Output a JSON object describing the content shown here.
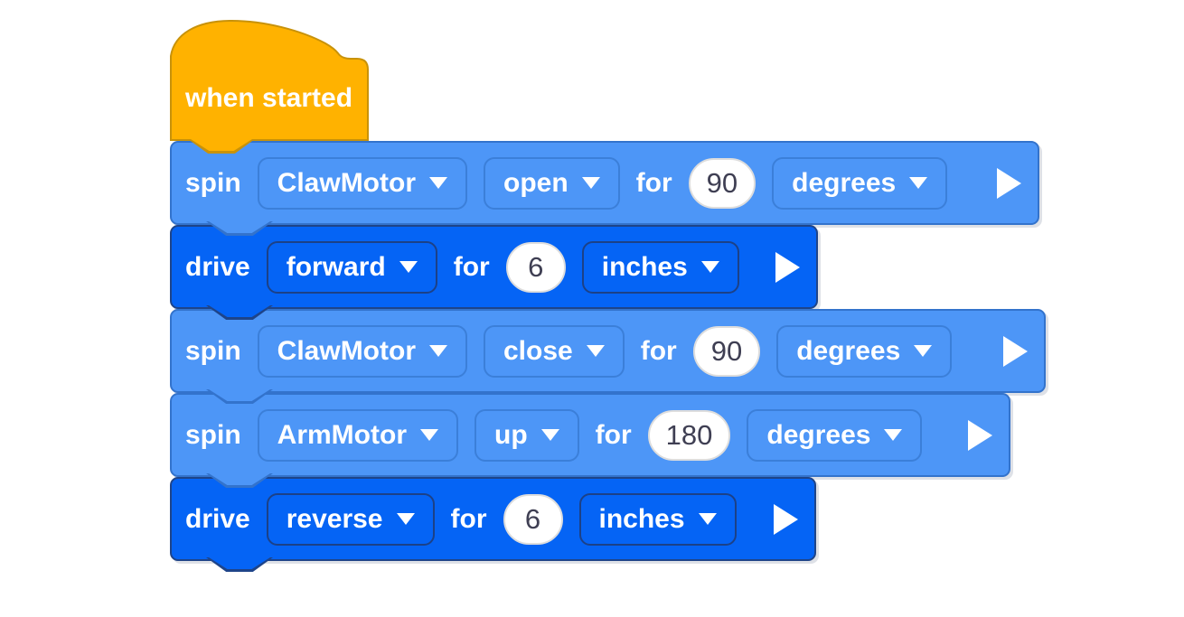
{
  "palette": {
    "hat_fill": "#FFB200",
    "hat_border": "#C8920A",
    "motor_block_fill": "#4D96F7",
    "motor_block_border": "#3373CC",
    "drive_block_fill": "#0564F5",
    "drive_block_border": "#1E4489",
    "number_field_text": "#3F3F53",
    "block_text": "#FFFFFF"
  },
  "hat": {
    "label": "when started"
  },
  "blocks": [
    {
      "command": "spin",
      "motor": "ClawMotor",
      "direction": "open",
      "for_label": "for",
      "value": "90",
      "unit": "degrees"
    },
    {
      "command": "drive",
      "direction": "forward",
      "for_label": "for",
      "value": "6",
      "unit": "inches"
    },
    {
      "command": "spin",
      "motor": "ClawMotor",
      "direction": "close",
      "for_label": "for",
      "value": "90",
      "unit": "degrees"
    },
    {
      "command": "spin",
      "motor": "ArmMotor",
      "direction": "up",
      "for_label": "for",
      "value": "180",
      "unit": "degrees"
    },
    {
      "command": "drive",
      "direction": "reverse",
      "for_label": "for",
      "value": "6",
      "unit": "inches"
    }
  ]
}
